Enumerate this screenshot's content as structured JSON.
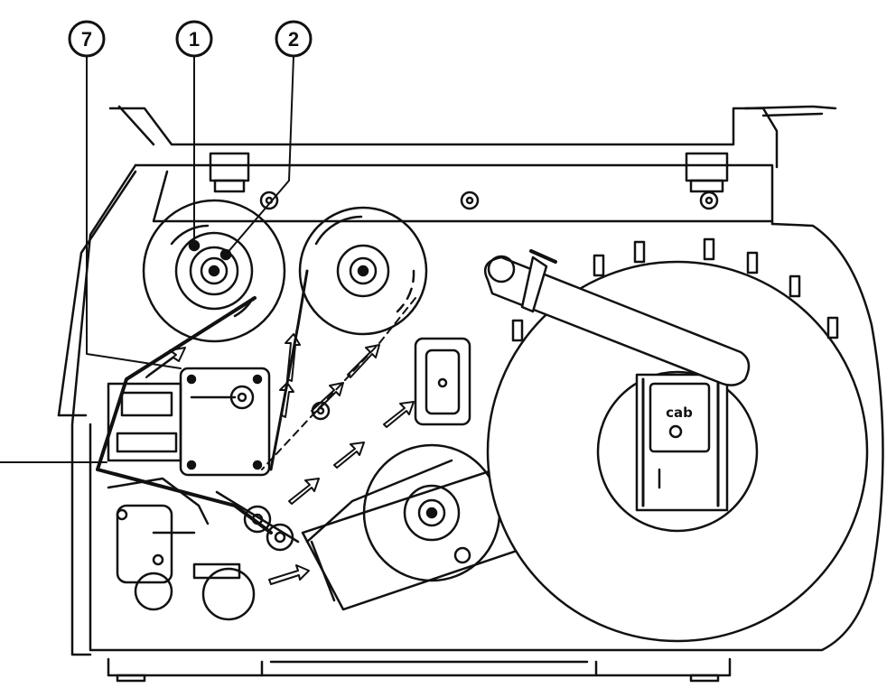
{
  "diagram": {
    "description_free": true,
    "callouts": [
      {
        "id": "callout-7",
        "label": "7"
      },
      {
        "id": "callout-1",
        "label": "1"
      },
      {
        "id": "callout-2",
        "label": "2"
      }
    ],
    "logo_text": "cab",
    "colors": {
      "line": "#111111",
      "fill": "#ffffff",
      "shade": "#e6e6e6",
      "dark": "#222222"
    }
  }
}
